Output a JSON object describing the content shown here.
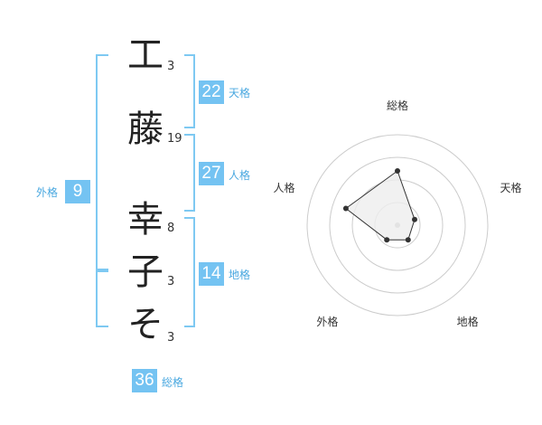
{
  "name": {
    "characters": [
      {
        "char": "工",
        "strokes": "3"
      },
      {
        "char": "藤",
        "strokes": "19"
      },
      {
        "char": "幸",
        "strokes": "8"
      },
      {
        "char": "子",
        "strokes": "3"
      },
      {
        "char": "そ",
        "strokes": "3"
      }
    ]
  },
  "fortune": {
    "tenkaku": {
      "value": "22",
      "label": "天格"
    },
    "jinkaku": {
      "value": "27",
      "label": "人格"
    },
    "chikaku": {
      "value": "14",
      "label": "地格"
    },
    "gaikaku": {
      "value": "9",
      "label": "外格"
    },
    "soukaku": {
      "value": "36",
      "label": "総格"
    }
  },
  "chart_data": {
    "type": "radar",
    "axes": [
      "総格",
      "天格",
      "地格",
      "外格",
      "人格"
    ],
    "values": [
      3,
      1,
      1,
      1,
      3
    ],
    "rmax": 5,
    "rings": 4,
    "colors": {
      "grid": "#cccccc",
      "line": "#333333",
      "fill": "#eeeeee",
      "point": "#333333",
      "center": "#bbbbbb"
    }
  }
}
